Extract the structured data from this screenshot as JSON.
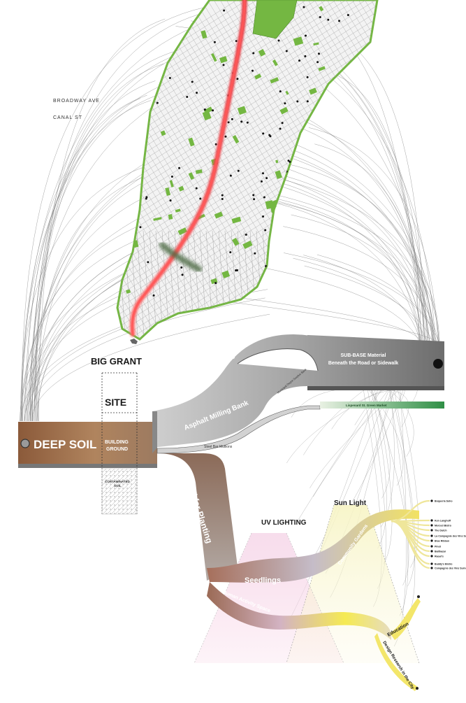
{
  "legend": {
    "broadway": {
      "label": "BROADWAY AVE",
      "color": "#e8323a"
    },
    "canal": {
      "label": "CANAL ST",
      "color": "#4e6b45"
    }
  },
  "site": {
    "big_grant": "BIG GRANT",
    "site": "SITE",
    "building_ground": "BUILDING GROUND",
    "contaminated_soil": "CONTAMINATED SOIL"
  },
  "flows": {
    "deep_soil": "DEEP SOIL",
    "recycled_concrete": "Recycled Concrete Aggregate Bank",
    "asphalt_milling": "Asphalt Milling Bank",
    "sub_base": "SUB-BASE Material",
    "sub_base_sub": "Beneath the Road or Sidewalk",
    "small_bank_note": "Municipal Depot Surplus Bank",
    "steel_bar": "Steel Bar Mullions",
    "green_bar": "Lispenard St. Green Market",
    "soil_for_planting": "Soil for Planting",
    "seedlings": "Seedlings",
    "human_activity": "Human Activity Space",
    "community_gardens": "Community Gardens",
    "education": "Education",
    "bottom_branch": "Design Research in the City"
  },
  "zones": {
    "uv": "UV LIGHTING",
    "sun": "Sun Light"
  },
  "destinations": [
    "Boqueria Soho",
    "Ken Langhoff",
    "Merced Bistro",
    "The Dutch",
    "La Compagnie des Vins Surnaturels",
    "Blue Ribbon",
    "Pinot",
    "Balthazar",
    "Raoul's",
    "Buddy's Bistro",
    "Compagnie des Vins Surnaturels"
  ],
  "colors": {
    "park_green": "#74b742",
    "deep_soil": "#9a6a46",
    "grey_flow": "#a9a9a9",
    "dark_flow": "#6a6a6a",
    "uv_pink": "#f4c8e2",
    "sun_yellow": "#f4e86a",
    "green_bar": "#3f9b4f"
  }
}
